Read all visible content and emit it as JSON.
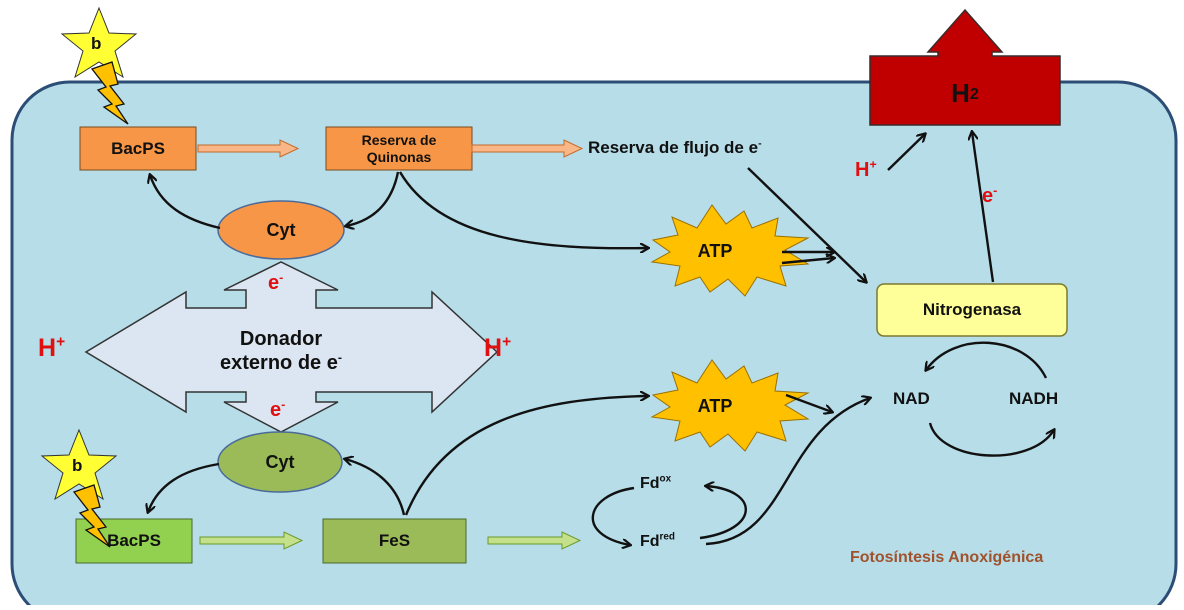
{
  "labels": {
    "bacps_top": "BacPS",
    "quinonas_line1": "Reserva de",
    "quinonas_line2": "Quinonas",
    "flujo": "Reserva de flujo de e",
    "flujo_sup": "-",
    "cyt_top": "Cyt",
    "atp_top": "ATP",
    "atp_bottom": "ATP",
    "h2": "H",
    "h2_sub": "2",
    "h_plus_right_top": "H",
    "plus": "+",
    "e_minus": "e",
    "minus": "-",
    "nitrogenasa": "Nitrogenasa",
    "nad": "NAD",
    "nadh": "NADH",
    "donador_line1": "Donador",
    "donador_line2": "externo de e",
    "h_left": "H",
    "h_right": "H",
    "cyt_bottom": "Cyt",
    "bacps_bottom": "BacPS",
    "fes": "FeS",
    "fd": "Fd",
    "fd_ox": "ox",
    "fd_red": "red",
    "star_label": "b",
    "caption": "Fotosíntesis Anoxigénica"
  },
  "colors": {
    "cell_fill": "#b6dde8",
    "cell_border": "#2c4d75",
    "orange": "#f79646",
    "green": "#9bbb59",
    "red_box": "#c00000",
    "yellow_box": "#ffff99",
    "atp_fill": "#ffc000",
    "arrow_big": "#dce6f2",
    "accent_red": "#e01010",
    "caption": "#a0522d"
  }
}
